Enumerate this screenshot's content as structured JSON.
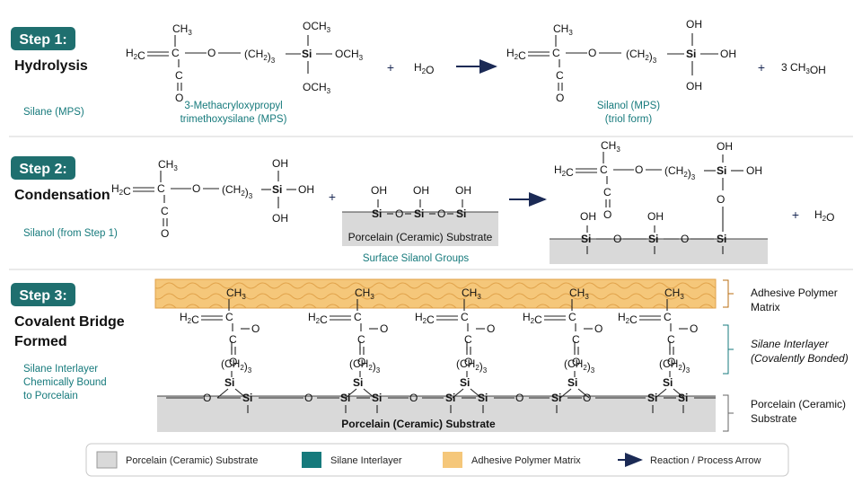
{
  "colors": {
    "teal": "#167a7c",
    "badge": "#1f6f6f",
    "navy": "#1b2a55",
    "porcelain": "#d9d9d9",
    "adhesive": "#f5c77a",
    "adhesive_label": "#b86e12"
  },
  "steps": [
    {
      "badge": "Step 1:",
      "title_lines": [
        "Hydrolysis"
      ],
      "note_lines": [
        "Silane (MPS)"
      ],
      "reactant_name": [
        "3-Methacryloxypropyl",
        "trimethoxysilane (MPS)"
      ],
      "product_name": [
        "Silanol (MPS)",
        "(triol form)"
      ],
      "plus": "+",
      "water": "H2O",
      "byproduct": "3 CH3OH"
    },
    {
      "badge": "Step 2:",
      "title_lines": [
        "Condensation"
      ],
      "note_lines": [
        "Silanol (from Step 1)"
      ],
      "surface_label": "Surface Silanol Groups",
      "substrate_label": "Porcelain (Ceramic) Substrate",
      "plus": "+",
      "byproduct": "H2O"
    },
    {
      "badge": "Step 3:",
      "title_lines": [
        "Covalent Bridge",
        "Formed"
      ],
      "note_lines": [
        "Silane Interlayer",
        "Chemically Bound",
        "to Porcelain"
      ],
      "substrate_label": "Porcelain (Ceramic) Substrate",
      "side_labels": {
        "adhesive": [
          "Adhesive Polymer",
          "Matrix"
        ],
        "silane": [
          "Silane Interlayer",
          "(Covalently Bonded)"
        ],
        "porcelain": [
          "Porcelain (Ceramic)",
          "Substrate"
        ]
      }
    }
  ],
  "legend": [
    {
      "label": "Porcelain (Ceramic) Substrate",
      "swatch": "porcelain"
    },
    {
      "label": "Silane Interlayer",
      "swatch": "silane"
    },
    {
      "label": "Adhesive Polymer Matrix",
      "swatch": "adhesive"
    },
    {
      "label": "Reaction / Process Arrow",
      "swatch": "arrow"
    }
  ]
}
